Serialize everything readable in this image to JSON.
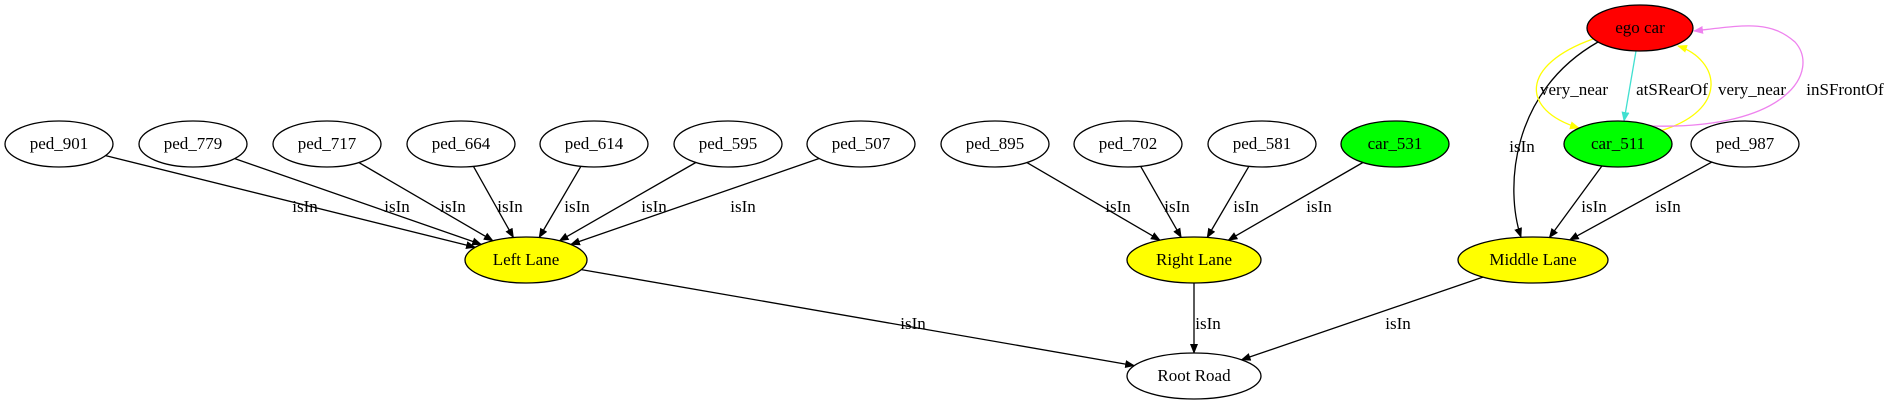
{
  "nodes": {
    "ego_car": {
      "label": "ego car",
      "fill": "#ff0000"
    },
    "ped_901": {
      "label": "ped_901",
      "fill": "#ffffff"
    },
    "ped_779": {
      "label": "ped_779",
      "fill": "#ffffff"
    },
    "ped_717": {
      "label": "ped_717",
      "fill": "#ffffff"
    },
    "ped_664": {
      "label": "ped_664",
      "fill": "#ffffff"
    },
    "ped_614": {
      "label": "ped_614",
      "fill": "#ffffff"
    },
    "ped_595": {
      "label": "ped_595",
      "fill": "#ffffff"
    },
    "ped_507": {
      "label": "ped_507",
      "fill": "#ffffff"
    },
    "ped_895": {
      "label": "ped_895",
      "fill": "#ffffff"
    },
    "ped_702": {
      "label": "ped_702",
      "fill": "#ffffff"
    },
    "ped_581": {
      "label": "ped_581",
      "fill": "#ffffff"
    },
    "car_531": {
      "label": "car_531",
      "fill": "#00ff00"
    },
    "car_511": {
      "label": "car_511",
      "fill": "#00ff00"
    },
    "ped_987": {
      "label": "ped_987",
      "fill": "#ffffff"
    },
    "left_lane": {
      "label": "Left Lane",
      "fill": "#ffff00"
    },
    "right_lane": {
      "label": "Right Lane",
      "fill": "#ffff00"
    },
    "middle_lane": {
      "label": "Middle Lane",
      "fill": "#ffff00"
    },
    "root_road": {
      "label": "Root Road",
      "fill": "#ffffff"
    }
  },
  "edges": [
    {
      "from": "ped_901",
      "to": "left_lane",
      "label": "isIn",
      "color": "#000000"
    },
    {
      "from": "ped_779",
      "to": "left_lane",
      "label": "isIn",
      "color": "#000000"
    },
    {
      "from": "ped_717",
      "to": "left_lane",
      "label": "isIn",
      "color": "#000000"
    },
    {
      "from": "ped_664",
      "to": "left_lane",
      "label": "isIn",
      "color": "#000000"
    },
    {
      "from": "ped_614",
      "to": "left_lane",
      "label": "isIn",
      "color": "#000000"
    },
    {
      "from": "ped_595",
      "to": "left_lane",
      "label": "isIn",
      "color": "#000000"
    },
    {
      "from": "ped_507",
      "to": "left_lane",
      "label": "isIn",
      "color": "#000000"
    },
    {
      "from": "ped_895",
      "to": "right_lane",
      "label": "isIn",
      "color": "#000000"
    },
    {
      "from": "ped_702",
      "to": "right_lane",
      "label": "isIn",
      "color": "#000000"
    },
    {
      "from": "ped_581",
      "to": "right_lane",
      "label": "isIn",
      "color": "#000000"
    },
    {
      "from": "car_531",
      "to": "right_lane",
      "label": "isIn",
      "color": "#000000"
    },
    {
      "from": "ego_car",
      "to": "middle_lane",
      "label": "isIn",
      "color": "#000000"
    },
    {
      "from": "car_511",
      "to": "middle_lane",
      "label": "isIn",
      "color": "#000000"
    },
    {
      "from": "ped_987",
      "to": "middle_lane",
      "label": "isIn",
      "color": "#000000"
    },
    {
      "from": "left_lane",
      "to": "root_road",
      "label": "isIn",
      "color": "#000000"
    },
    {
      "from": "right_lane",
      "to": "root_road",
      "label": "isIn",
      "color": "#000000"
    },
    {
      "from": "middle_lane",
      "to": "root_road",
      "label": "isIn",
      "color": "#000000"
    },
    {
      "from": "ego_car",
      "to": "car_511",
      "label": "very_near",
      "color": "#ffff00"
    },
    {
      "from": "ego_car",
      "to": "car_511",
      "label": "atSRearOf",
      "color": "#40e0d0"
    },
    {
      "from": "car_511",
      "to": "ego_car",
      "label": "very_near",
      "color": "#ffff00"
    },
    {
      "from": "car_511",
      "to": "ego_car",
      "label": "inSFrontOf",
      "color": "#ee82ee"
    }
  ]
}
